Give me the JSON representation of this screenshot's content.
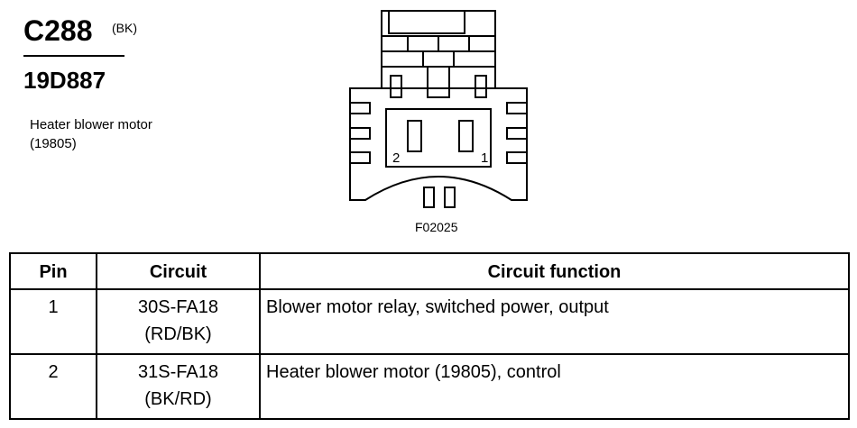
{
  "header": {
    "connector_id": "C288",
    "connector_color": "(BK)",
    "part_number": "19D887",
    "description_line1": "Heater blower motor",
    "description_line2": "(19805)"
  },
  "diagram": {
    "pin_label_left": "2",
    "pin_label_right": "1",
    "figure_code": "F02025"
  },
  "table": {
    "headers": [
      "Pin",
      "Circuit",
      "Circuit function"
    ],
    "rows": [
      {
        "pin": "1",
        "circuit_line1": "30S-FA18",
        "circuit_line2": "(RD/BK)",
        "function": "Blower motor relay, switched power, output"
      },
      {
        "pin": "2",
        "circuit_line1": "31S-FA18",
        "circuit_line2": "(BK/RD)",
        "function": "Heater blower motor (19805), control"
      }
    ]
  }
}
